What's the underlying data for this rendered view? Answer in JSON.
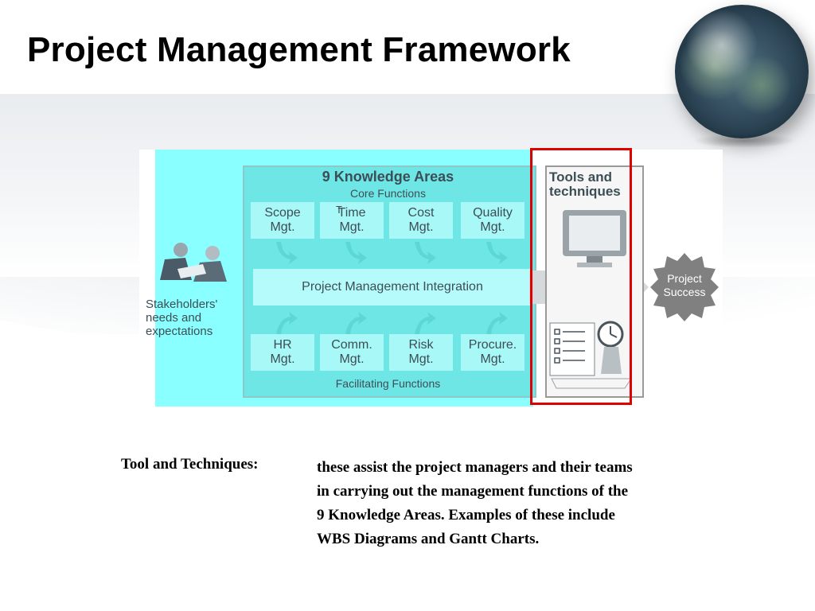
{
  "slide": {
    "title": "Project Management Framework"
  },
  "diagram": {
    "knowledge_areas_title": "9 Knowledge Areas",
    "core_functions_label": "Core Functions",
    "core_cells": [
      "Scope\nMgt.",
      "Time\nMgt.",
      "Cost\nMgt.",
      "Quality\nMgt."
    ],
    "time_mark": "T",
    "integration_label": "Project Management Integration",
    "facilitating_cells": [
      "HR\nMgt.",
      "Comm.\nMgt.",
      "Risk\nMgt.",
      "Procure.\nMgt."
    ],
    "facilitating_functions_label": "Facilitating Functions",
    "stakeholders_label": "Stakeholders' needs and expectations",
    "tools_title": "Tools and techniques",
    "success_label": "Project\nSuccess",
    "colors": {
      "highlight_cyan": "#80ffff",
      "red_frame": "#e00000",
      "success_gray": "#808080",
      "text_slate": "#3c4e55"
    }
  },
  "description": {
    "term": "Tool and Techniques:",
    "lines": [
      "these assist the project managers and their teams",
      "in carrying out the management functions of the",
      "9 Knowledge Areas. Examples of these include",
      "WBS Diagrams and Gantt Charts."
    ]
  }
}
